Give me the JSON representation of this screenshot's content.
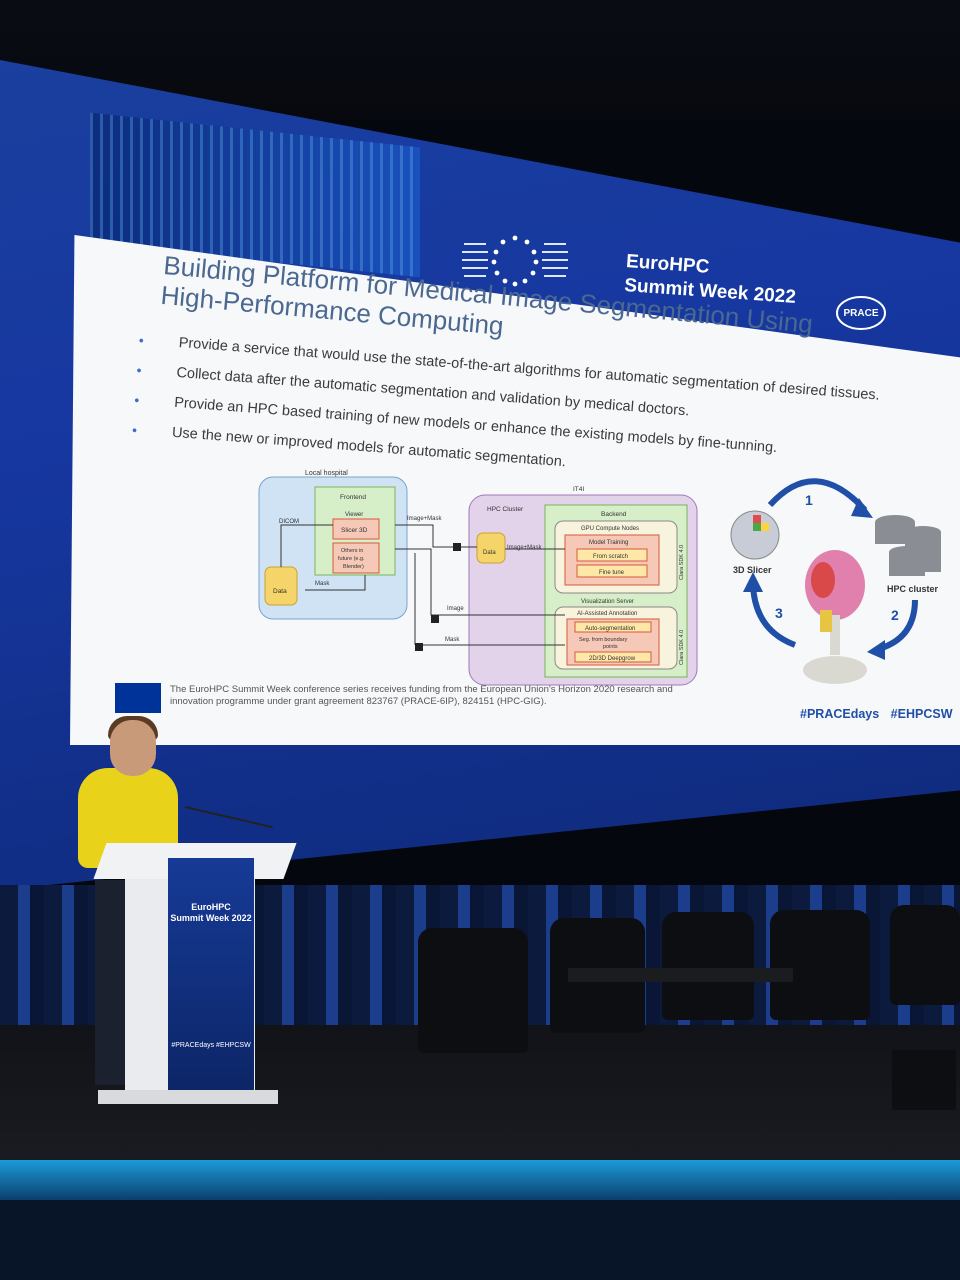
{
  "event": {
    "title_line1": "EuroHPC",
    "title_line2": "Summit Week 2022"
  },
  "slide": {
    "title": "Building Platform for Medical Image Segmentation Using High-Performance Computing",
    "bullets": [
      "Provide a service that would use the state-of-the-art algorithms for automatic segmentation of desired tissues.",
      "Collect data after the automatic segmentation and validation by medical doctors.",
      "Provide an HPC based training of new models or enhance the existing models by fine-tunning.",
      "Use the new or improved models for automatic segmentation."
    ],
    "diagram": {
      "local_hospital": "Local hospital",
      "frontend": "Frontend",
      "viewer": "Viewer",
      "slicer3d": "Slicer 3D",
      "others_future_1": "Others in",
      "others_future_2": "future (e.g.",
      "others_future_3": "Blender)",
      "dicom": "DICOM",
      "data_local": "Data",
      "mask_return": "Mask",
      "image_mask": "Image+Mask",
      "it4i": "IT4I",
      "hpc_cluster": "HPC Cluster",
      "data_hpc": "Data",
      "image_mask_2": "Image+Mask",
      "backend": "Backend",
      "gpu_nodes": "GPU Compute Nodes",
      "model_training": "Model Training",
      "from_scratch": "From scratch",
      "fine_tune": "Fine tune",
      "clara_sdk_1": "Clara SDK 4.0",
      "vis_server": "Visualization Server",
      "ai_annotation": "AI-Assisted Annotation",
      "auto_seg": "Auto-segmentation",
      "seg_boundary_1": "Seg. from boundary",
      "seg_boundary_2": "points",
      "deepgrow": "2D/3D Deepgrow",
      "clara_sdk_2": "Clara SDK 4.0",
      "image_label": "Image",
      "mask_label": "Mask"
    },
    "cycle": {
      "step1": "1",
      "step2": "2",
      "step3": "3",
      "slicer_label": "3D Slicer",
      "hpc_label": "HPC cluster"
    },
    "footer": "The EuroHPC Summit Week conference series receives funding from the European Union's Horizon 2020 research and innovation programme under grant agreement 823767 (PRACE-6IP), 824151 (HPC-GIG).",
    "hashtags": "#PRACEdays #EHPCSW"
  },
  "podium": {
    "title_line1": "EuroHPC",
    "title_line2": "Summit Week 2022",
    "hashtags": "#PRACEdays #EHPCSW"
  },
  "colors": {
    "screen_blue": "#1637a0",
    "accent_blue": "#1f4fa6",
    "sweater_yellow": "#e8d21a"
  }
}
